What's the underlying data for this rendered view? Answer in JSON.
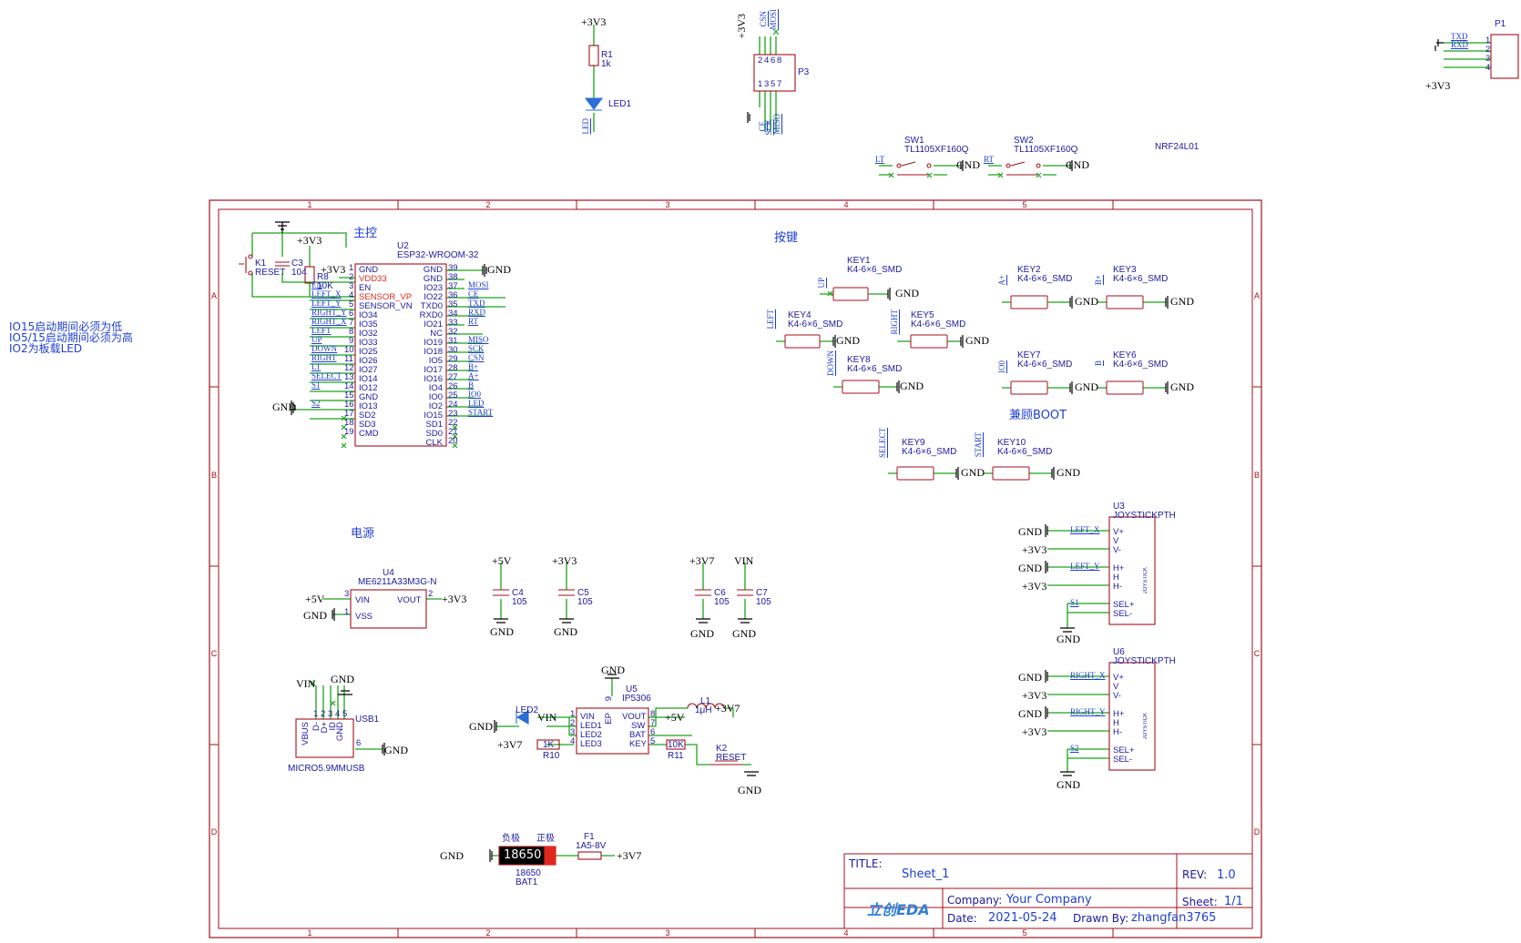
{
  "notes": [
    "IO15启动期间必须为低",
    "IO5/15启动期间必须为高",
    "IO2为板载LED"
  ],
  "sections": {
    "main": "主控",
    "keys": "按键",
    "power": "电源",
    "boot": "兼顾BOOT"
  },
  "frame": {
    "cols": [
      "1",
      "2",
      "3",
      "4",
      "5"
    ],
    "rows": [
      "A",
      "B",
      "C",
      "D"
    ]
  },
  "power_labels": {
    "v33": "+3V3",
    "v5": "+5V",
    "v37": "+3V7",
    "vin": "VIN",
    "gnd": "GND"
  },
  "top": {
    "r1": {
      "ref": "R1",
      "val": "1k"
    },
    "led1": {
      "ref": "LED1",
      "net": "LED"
    },
    "p3": {
      "ref": "P3",
      "top_nets": [
        "CSN",
        "MOSI"
      ],
      "bottom_nets": [
        "CE",
        "SCK",
        "MISO"
      ],
      "pins_top": [
        "2",
        "4",
        "6",
        "8"
      ],
      "pins_bottom": [
        "1",
        "3",
        "5",
        "7"
      ]
    },
    "sw1": {
      "ref": "SW1",
      "val": "TL1105XF160Q",
      "net": "LT"
    },
    "sw2": {
      "ref": "SW2",
      "val": "TL1105XF160Q",
      "net": "RT"
    },
    "nrf": "NRF24L01",
    "p1": {
      "ref": "P1",
      "nets": [
        "TXD",
        "RXD"
      ],
      "pins": [
        "1",
        "2",
        "3",
        "4"
      ]
    }
  },
  "mcu": {
    "ref": "U2",
    "val": "ESP32-WROOM-32",
    "k1": {
      "ref": "K1",
      "val": "RESET"
    },
    "c3": {
      "ref": "C3",
      "val": "104"
    },
    "r8": {
      "ref": "R8",
      "val": "10K"
    },
    "left_pins": [
      {
        "num": "1",
        "name": "GND",
        "net": ""
      },
      {
        "num": "2",
        "name": "VDD33",
        "net": ""
      },
      {
        "num": "3",
        "name": "EN",
        "net": "EN"
      },
      {
        "num": "4",
        "name": "SENSOR_VP",
        "net": "LEFT_X"
      },
      {
        "num": "5",
        "name": "SENSOR_VN",
        "net": "LEFT_Y"
      },
      {
        "num": "6",
        "name": "IO34",
        "net": "RIGHT_Y"
      },
      {
        "num": "7",
        "name": "IO35",
        "net": "RIGHT_X"
      },
      {
        "num": "8",
        "name": "IO32",
        "net": "LEFT"
      },
      {
        "num": "9",
        "name": "IO33",
        "net": "UP"
      },
      {
        "num": "10",
        "name": "IO25",
        "net": "DOWN"
      },
      {
        "num": "11",
        "name": "IO26",
        "net": "RIGHT"
      },
      {
        "num": "12",
        "name": "IO27",
        "net": "LT"
      },
      {
        "num": "13",
        "name": "IO14",
        "net": "SELECT"
      },
      {
        "num": "14",
        "name": "IO12",
        "net": "S1"
      },
      {
        "num": "15",
        "name": "GND",
        "net": ""
      },
      {
        "num": "16",
        "name": "IO13",
        "net": "S2"
      },
      {
        "num": "17",
        "name": "SD2",
        "net": ""
      },
      {
        "num": "18",
        "name": "SD3",
        "net": ""
      },
      {
        "num": "19",
        "name": "CMD",
        "net": ""
      }
    ],
    "right_pins": [
      {
        "num": "39",
        "name": "GND",
        "net": ""
      },
      {
        "num": "38",
        "name": "GND",
        "net": ""
      },
      {
        "num": "37",
        "name": "IO23",
        "net": "MOSI"
      },
      {
        "num": "36",
        "name": "IO22",
        "net": "CE"
      },
      {
        "num": "35",
        "name": "TXD0",
        "net": "TXD"
      },
      {
        "num": "34",
        "name": "RXD0",
        "net": "RXD"
      },
      {
        "num": "33",
        "name": "IO21",
        "net": "RT"
      },
      {
        "num": "32",
        "name": "NC",
        "net": ""
      },
      {
        "num": "31",
        "name": "IO19",
        "net": "MISO"
      },
      {
        "num": "30",
        "name": "IO18",
        "net": "SCK"
      },
      {
        "num": "29",
        "name": "IO5",
        "net": "CSN"
      },
      {
        "num": "28",
        "name": "IO17",
        "net": "B+"
      },
      {
        "num": "27",
        "name": "IO16",
        "net": "A+"
      },
      {
        "num": "26",
        "name": "IO4",
        "net": "B"
      },
      {
        "num": "25",
        "name": "IO0",
        "net": "IO0"
      },
      {
        "num": "24",
        "name": "IO2",
        "net": "LED"
      },
      {
        "num": "23",
        "name": "IO15",
        "net": "START"
      },
      {
        "num": "22",
        "name": "SD1",
        "net": ""
      },
      {
        "num": "21",
        "name": "SD0",
        "net": ""
      },
      {
        "num": "20",
        "name": "CLK",
        "net": ""
      }
    ]
  },
  "keys": {
    "part": "K4-6×6_SMD",
    "items": [
      {
        "ref": "KEY1",
        "net": "UP"
      },
      {
        "ref": "KEY4",
        "net": "LEFT"
      },
      {
        "ref": "KEY5",
        "net": "RIGHT"
      },
      {
        "ref": "KEY8",
        "net": "DOWN"
      },
      {
        "ref": "KEY2",
        "net": "A+"
      },
      {
        "ref": "KEY3",
        "net": "B+"
      },
      {
        "ref": "KEY7",
        "net": "IO0"
      },
      {
        "ref": "KEY6",
        "net": "B"
      },
      {
        "ref": "KEY9",
        "net": "SELECT"
      },
      {
        "ref": "KEY10",
        "net": "START"
      }
    ]
  },
  "joysticks": [
    {
      "ref": "U3",
      "val": "JOYSTICKPTH",
      "body": "JOYSTICK",
      "pins": [
        "V+",
        "V",
        "V-",
        "H+",
        "H",
        "H-",
        "SEL+",
        "SEL-"
      ],
      "nets": [
        "LEFT_X",
        "LEFT_Y",
        "S1"
      ]
    },
    {
      "ref": "U6",
      "val": "JOYSTICKPTH",
      "body": "JOYSTICK",
      "pins": [
        "V+",
        "V",
        "V-",
        "H+",
        "H",
        "H-",
        "SEL+",
        "SEL-"
      ],
      "nets": [
        "RIGHT_X",
        "RIGHT_Y",
        "S2"
      ]
    }
  ],
  "power": {
    "u4": {
      "ref": "U4",
      "val": "ME6211A33M3G-N",
      "pins": [
        {
          "num": "3",
          "name": "VIN"
        },
        {
          "num": "2",
          "name": "VOUT"
        },
        {
          "num": "1",
          "name": "VSS"
        }
      ]
    },
    "caps": [
      {
        "ref": "C4",
        "val": "105"
      },
      {
        "ref": "C5",
        "val": "105"
      },
      {
        "ref": "C6",
        "val": "105"
      },
      {
        "ref": "C7",
        "val": "105"
      }
    ],
    "usb": {
      "ref": "USB1",
      "val": "MICRO5.9MMUSB",
      "pins": [
        "VBUS",
        "D-",
        "D+",
        "ID",
        "GND"
      ],
      "nums": [
        "1",
        "2",
        "3",
        "4",
        "5",
        "6"
      ]
    },
    "u5": {
      "ref": "U5",
      "val": "IP5306",
      "pins_left": [
        "VIN",
        "LED1",
        "LED2",
        "LED3"
      ],
      "pins_right": [
        "VOUT",
        "SW",
        "BAT",
        "KEY"
      ],
      "ep": "EP",
      "nums_left": [
        "1",
        "2",
        "3",
        "4"
      ],
      "nums_right": [
        "8",
        "7",
        "6",
        "5"
      ],
      "num_top": "9"
    },
    "led2": {
      "ref": "LED2"
    },
    "r10": {
      "ref": "R10",
      "val": "1K"
    },
    "r11": {
      "ref": "R11",
      "val": "10K"
    },
    "l1": {
      "ref": "L1",
      "val": "1μH"
    },
    "k2": {
      "ref": "K2",
      "val": "RESET"
    },
    "bat": {
      "ref": "BAT1",
      "val": "18650",
      "label": "18650",
      "neg": "负极",
      "pos": "正极"
    },
    "f1": {
      "ref": "F1",
      "val": "1A5-8V"
    }
  },
  "title_block": {
    "title_label": "TITLE:",
    "title": "Sheet_1",
    "rev_label": "REV:",
    "rev": "1.0",
    "company_label": "Company:",
    "company": "Your Company",
    "sheet_label": "Sheet:",
    "sheet": "1/1",
    "date_label": "Date:",
    "date": "2021-05-24",
    "drawn_label": "Drawn By:",
    "drawn": "zhangfan3765",
    "logo": "立创EDA"
  },
  "colors": {
    "frame": "#a1121b",
    "wire": "#1aa31a",
    "text": "#1f3fd0",
    "pin_text": "#1a1aa0",
    "red": "#e0281e",
    "nc": "#1aa31a"
  }
}
